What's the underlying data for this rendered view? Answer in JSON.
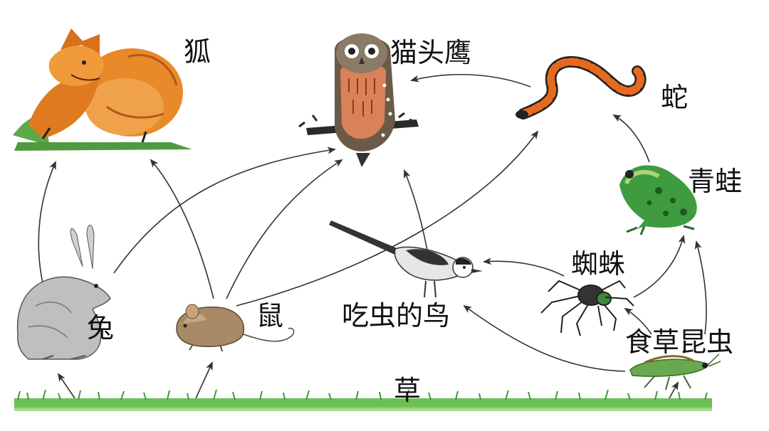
{
  "labels": {
    "fox": "狐",
    "owl": "猫头鹰",
    "snake": "蛇",
    "frog": "青蛙",
    "spider": "蜘蛛",
    "insect_bird": "吃虫的鸟",
    "herbivorous_insect": "食草昆虫",
    "rabbit": "兔",
    "mouse": "鼠",
    "grass": "草"
  },
  "food_chain_arrows": [
    {
      "from": "grass",
      "to": "rabbit"
    },
    {
      "from": "grass",
      "to": "mouse"
    },
    {
      "from": "grass",
      "to": "herbivorous_insect"
    },
    {
      "from": "rabbit",
      "to": "fox"
    },
    {
      "from": "rabbit",
      "to": "owl"
    },
    {
      "from": "mouse",
      "to": "fox"
    },
    {
      "from": "mouse",
      "to": "owl"
    },
    {
      "from": "mouse",
      "to": "snake"
    },
    {
      "from": "insect_bird",
      "to": "owl"
    },
    {
      "from": "snake",
      "to": "owl"
    },
    {
      "from": "frog",
      "to": "snake"
    },
    {
      "from": "spider",
      "to": "insect_bird"
    },
    {
      "from": "spider",
      "to": "frog"
    },
    {
      "from": "herbivorous_insect",
      "to": "insect_bird"
    },
    {
      "from": "herbivorous_insect",
      "to": "spider"
    },
    {
      "from": "herbivorous_insect",
      "to": "frog"
    }
  ],
  "colors": {
    "fox": "#e8892a",
    "fox_dark": "#b5561a",
    "owl_body": "#6b5a48",
    "owl_breast": "#d9825a",
    "snake_band": "#e66a1e",
    "snake_dark": "#222222",
    "frog": "#3f9b3f",
    "frog_light": "#a8d67a",
    "rabbit": "#bfbfbf",
    "mouse": "#a88a66",
    "bird": "#333333",
    "grass": "#5cb84a",
    "arrow": "#333333"
  }
}
